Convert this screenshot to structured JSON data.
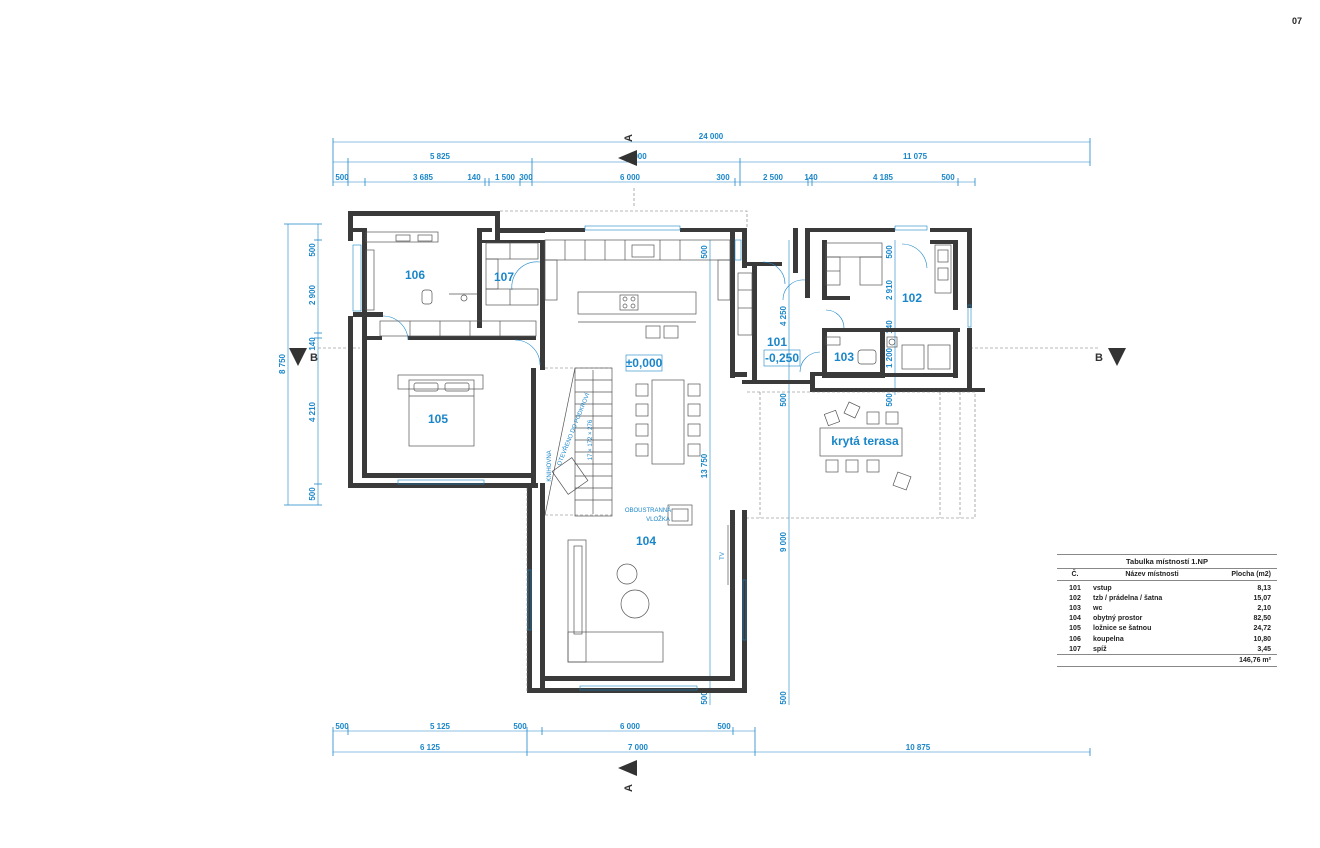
{
  "page_number": "07",
  "dimensions": {
    "top_total": "24 000",
    "top_mid": [
      "5 825",
      "000",
      "11 075"
    ],
    "top_detail": [
      "500",
      "3 685",
      "140",
      "1 500",
      "300",
      "6 000",
      "300",
      "2 500",
      "140",
      "4 185",
      "500"
    ],
    "left_total": "8 750",
    "left_detail": [
      "500",
      "2 900",
      "140",
      "4 210",
      "500"
    ],
    "bottom_detail": [
      "500",
      "5 125",
      "500",
      "6 000",
      "500"
    ],
    "bottom_total": [
      "6 125",
      "7 000",
      "10 875"
    ],
    "inner": [
      "13 750",
      "9 000",
      "500",
      "4 250",
      "500",
      "2 910",
      "140",
      "1 200",
      "500",
      "500",
      "500",
      "500"
    ]
  },
  "section_marks": {
    "a": "A",
    "b": "B"
  },
  "rooms": {
    "r101": "101",
    "r101_level": "-0,250",
    "r102": "102",
    "r103": "103",
    "r104": "104",
    "r105": "105",
    "r106": "106",
    "r107": "107",
    "level": "±0,000",
    "terrace": "krytá terasa",
    "library": "KNIHOVNA",
    "opening": "OTEVŘENO DO PODKROVÍ",
    "double_insert": [
      "OBOUSTRANNÁ",
      "VLOŽKA"
    ],
    "tv": "TV",
    "stair": "17 × 172 × 276"
  },
  "table": {
    "title": "Tabulka místností 1.NP",
    "headers": [
      "Č.",
      "Název místnosti",
      "Plocha (m2)"
    ],
    "rows": [
      [
        "101",
        "vstup",
        "8,13"
      ],
      [
        "102",
        "tzb / prádelna / šatna",
        "15,07"
      ],
      [
        "103",
        "wc",
        "2,10"
      ],
      [
        "104",
        "obytný prostor",
        "82,50"
      ],
      [
        "105",
        "ložnice se šatnou",
        "24,72"
      ],
      [
        "106",
        "koupelna",
        "10,80"
      ],
      [
        "107",
        "spíž",
        "3,45"
      ]
    ],
    "total": "146,76 m²"
  }
}
